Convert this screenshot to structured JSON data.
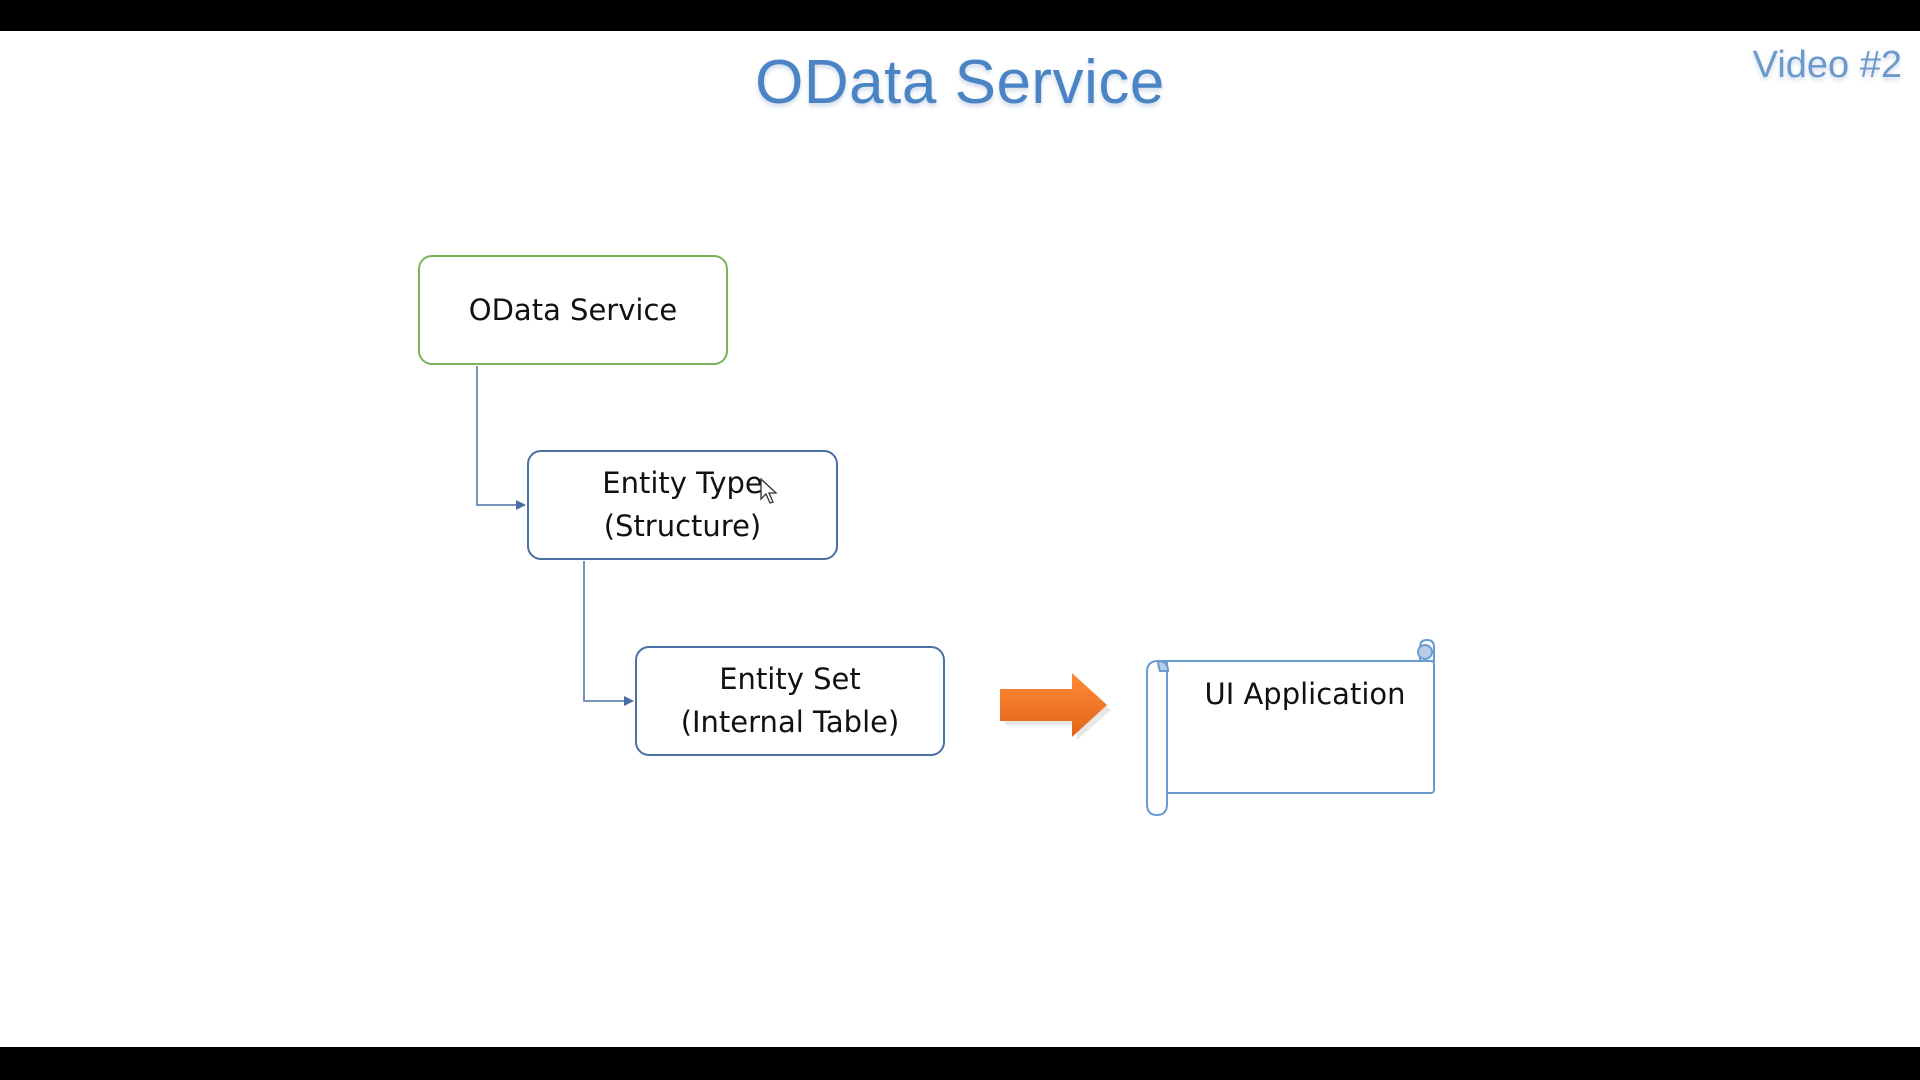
{
  "slide": {
    "title": "OData Service",
    "video_tag": "Video #2"
  },
  "diagram": {
    "nodes": {
      "odata_service": {
        "line1": "OData Service"
      },
      "entity_type": {
        "line1": "Entity Type",
        "line2": "(Structure)"
      },
      "entity_set": {
        "line1": "Entity Set",
        "line2": "(Internal Table)"
      },
      "ui_application": {
        "label": "UI Application"
      }
    },
    "arrow_icon": "orange-right-arrow-icon",
    "colors": {
      "title": "#4a84c4",
      "service_border": "#77b55a",
      "entity_border": "#4a6fa5",
      "connector": "#4a6fa5",
      "arrow_fill": "#f07a24",
      "scroll_border": "#6a9bd0"
    }
  }
}
